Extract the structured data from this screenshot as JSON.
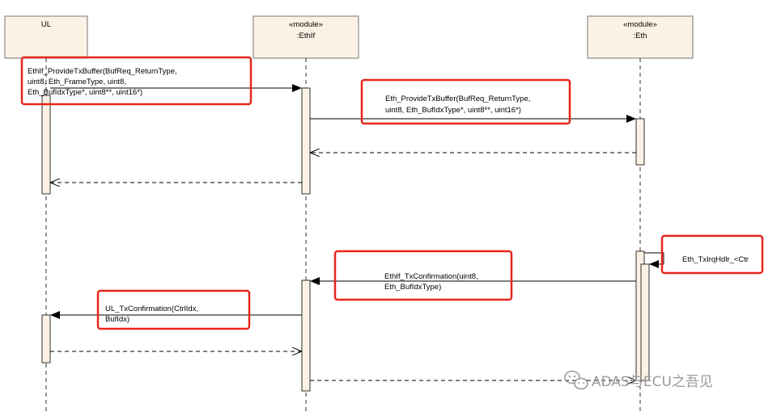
{
  "lifelines": [
    {
      "stereotype": "",
      "name": "UL"
    },
    {
      "stereotype": "«module»",
      "name": ":EthIf"
    },
    {
      "stereotype": "«module»",
      "name": ":Eth"
    }
  ],
  "messages": {
    "m1": [
      "EthIf_ProvideTxBuffer(BufReq_ReturnType,",
      "uint8, Eth_FrameType, uint8,",
      "Eth_BufIdxType*, uint8**, uint16*)"
    ],
    "m2": [
      "Eth_ProvideTxBuffer(BufReq_ReturnType,",
      "uint8, Eth_BufIdxType*, uint8**, uint16*)"
    ],
    "m3": [
      "Eth_TxIrqHdlr_<Ctr"
    ],
    "m4": [
      "EthIf_TxConfirmation(uint8,",
      "Eth_BufIdxType)"
    ],
    "m5": [
      "UL_TxConfirmation(CtrlIdx,",
      "BufIdx)"
    ]
  },
  "watermark": "ADAS与ECU之吾见",
  "colors": {
    "lifeline_head_fill": "#fbf2e5",
    "activation_fill": "#fbf2e5",
    "highlight_border": "#e8261c",
    "watermark": "#9a9a9a"
  }
}
